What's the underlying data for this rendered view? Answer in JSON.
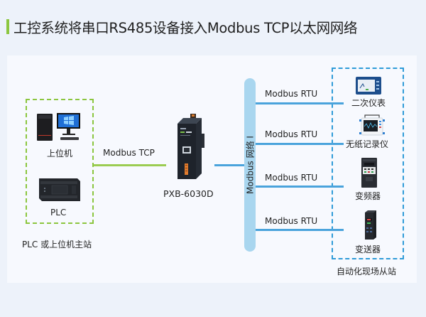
{
  "header": {
    "title": "工控系统将串口RS485设备接入Modbus TCP以太网网络",
    "accent_color": "#8cc63f"
  },
  "master_group": {
    "caption": "PLC 或上位机主站",
    "border_color": "#8cc63f",
    "devices": [
      {
        "icon": "desktop-computer-icon",
        "label": "上位机"
      },
      {
        "icon": "plc-icon",
        "label": "PLC"
      }
    ]
  },
  "tcp_link": {
    "label": "Modbus TCP",
    "color": "#9bcc52"
  },
  "gateway": {
    "icon": "gateway-device-icon",
    "label": "PXB-6030D"
  },
  "bus": {
    "label": "Modbus 网络 I",
    "color": "#a9d6ef"
  },
  "slave_group": {
    "caption": "自动化现场从站",
    "border_color": "#2f9bd8",
    "links": [
      {
        "protocol": "Modbus RTU",
        "icon": "secondary-meter-icon",
        "label": "二次仪表"
      },
      {
        "protocol": "Modbus RTU",
        "icon": "paperless-recorder-icon",
        "label": "无纸记录仪"
      },
      {
        "protocol": "Modbus RTU",
        "icon": "inverter-icon",
        "label": "变频器"
      },
      {
        "protocol": "Modbus RTU",
        "icon": "transmitter-icon",
        "label": "变送器"
      }
    ]
  }
}
